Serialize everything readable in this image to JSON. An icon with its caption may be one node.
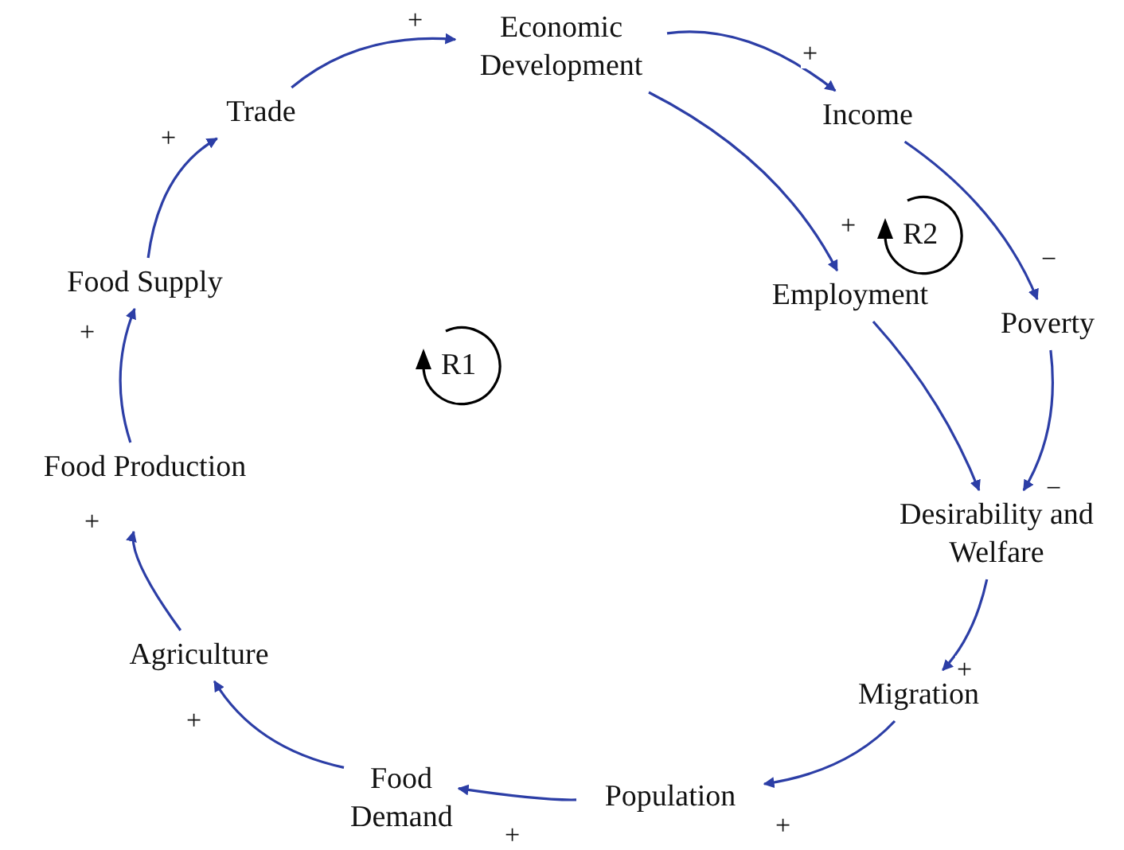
{
  "diagram": {
    "nodes": [
      {
        "text": [
          "Economic Development"
        ]
      },
      {
        "text": [
          "Trade"
        ]
      },
      {
        "text": [
          "Income"
        ]
      },
      {
        "text": [
          "Employment"
        ]
      },
      {
        "text": [
          "Food Supply"
        ]
      },
      {
        "text": [
          "Poverty"
        ]
      },
      {
        "text": [
          "Food Production"
        ]
      },
      {
        "text": [
          "Desirability and Welfare"
        ]
      },
      {
        "text": [
          "Agriculture"
        ]
      },
      {
        "text": [
          "Migration"
        ]
      },
      {
        "text": [
          "Food Demand"
        ]
      },
      {
        "text": [
          "Population"
        ]
      }
    ],
    "edges": [
      {
        "from": 0,
        "to": 2,
        "arrow": "to",
        "label": "+"
      },
      {
        "from": 0,
        "to": 3,
        "arrow": "to",
        "label": "+"
      },
      {
        "from": 2,
        "to": 5,
        "arrow": "to",
        "label": "−"
      },
      {
        "from": 3,
        "to": 7,
        "arrow": "to"
      },
      {
        "from": 5,
        "to": 7,
        "arrow": "to",
        "label": "−"
      },
      {
        "from": 7,
        "to": 9,
        "arrow": "to",
        "label": "+"
      },
      {
        "from": 9,
        "to": 11,
        "arrow": "to",
        "label": "+"
      },
      {
        "from": 11,
        "to": 10,
        "arrow": "to",
        "label": "+"
      },
      {
        "from": 10,
        "to": 8,
        "arrow": "to",
        "label": "+"
      },
      {
        "from": 8,
        "to": 6,
        "arrow": "to",
        "label": "+"
      },
      {
        "from": 6,
        "to": 4,
        "arrow": "to",
        "label": "+"
      },
      {
        "from": 4,
        "to": 1,
        "arrow": "to",
        "label": "+"
      },
      {
        "from": 1,
        "to": 0,
        "arrow": "to",
        "label": "+"
      }
    ],
    "labels": [
      "R2",
      "R1"
    ]
  }
}
